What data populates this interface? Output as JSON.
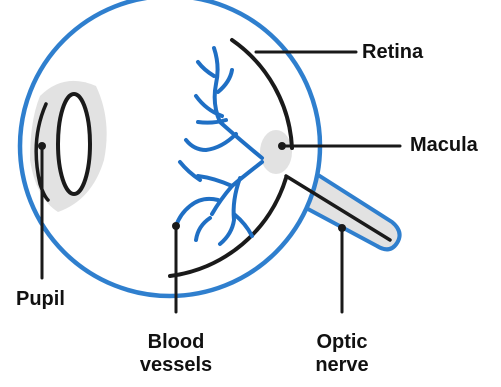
{
  "labels": {
    "retina": "Retina",
    "macula": "Macula",
    "pupil": "Pupil",
    "blood_vessels": [
      "Blood",
      "vessels"
    ],
    "optic_nerve": [
      "Optic",
      "nerve"
    ]
  },
  "colors": {
    "outline": "#2f7fce",
    "sclera_fill": "#ffffff",
    "shade": "#e2e2e2",
    "dark": "#1a1a1a",
    "vessels": "#1f6fc4",
    "text": "#111111"
  }
}
